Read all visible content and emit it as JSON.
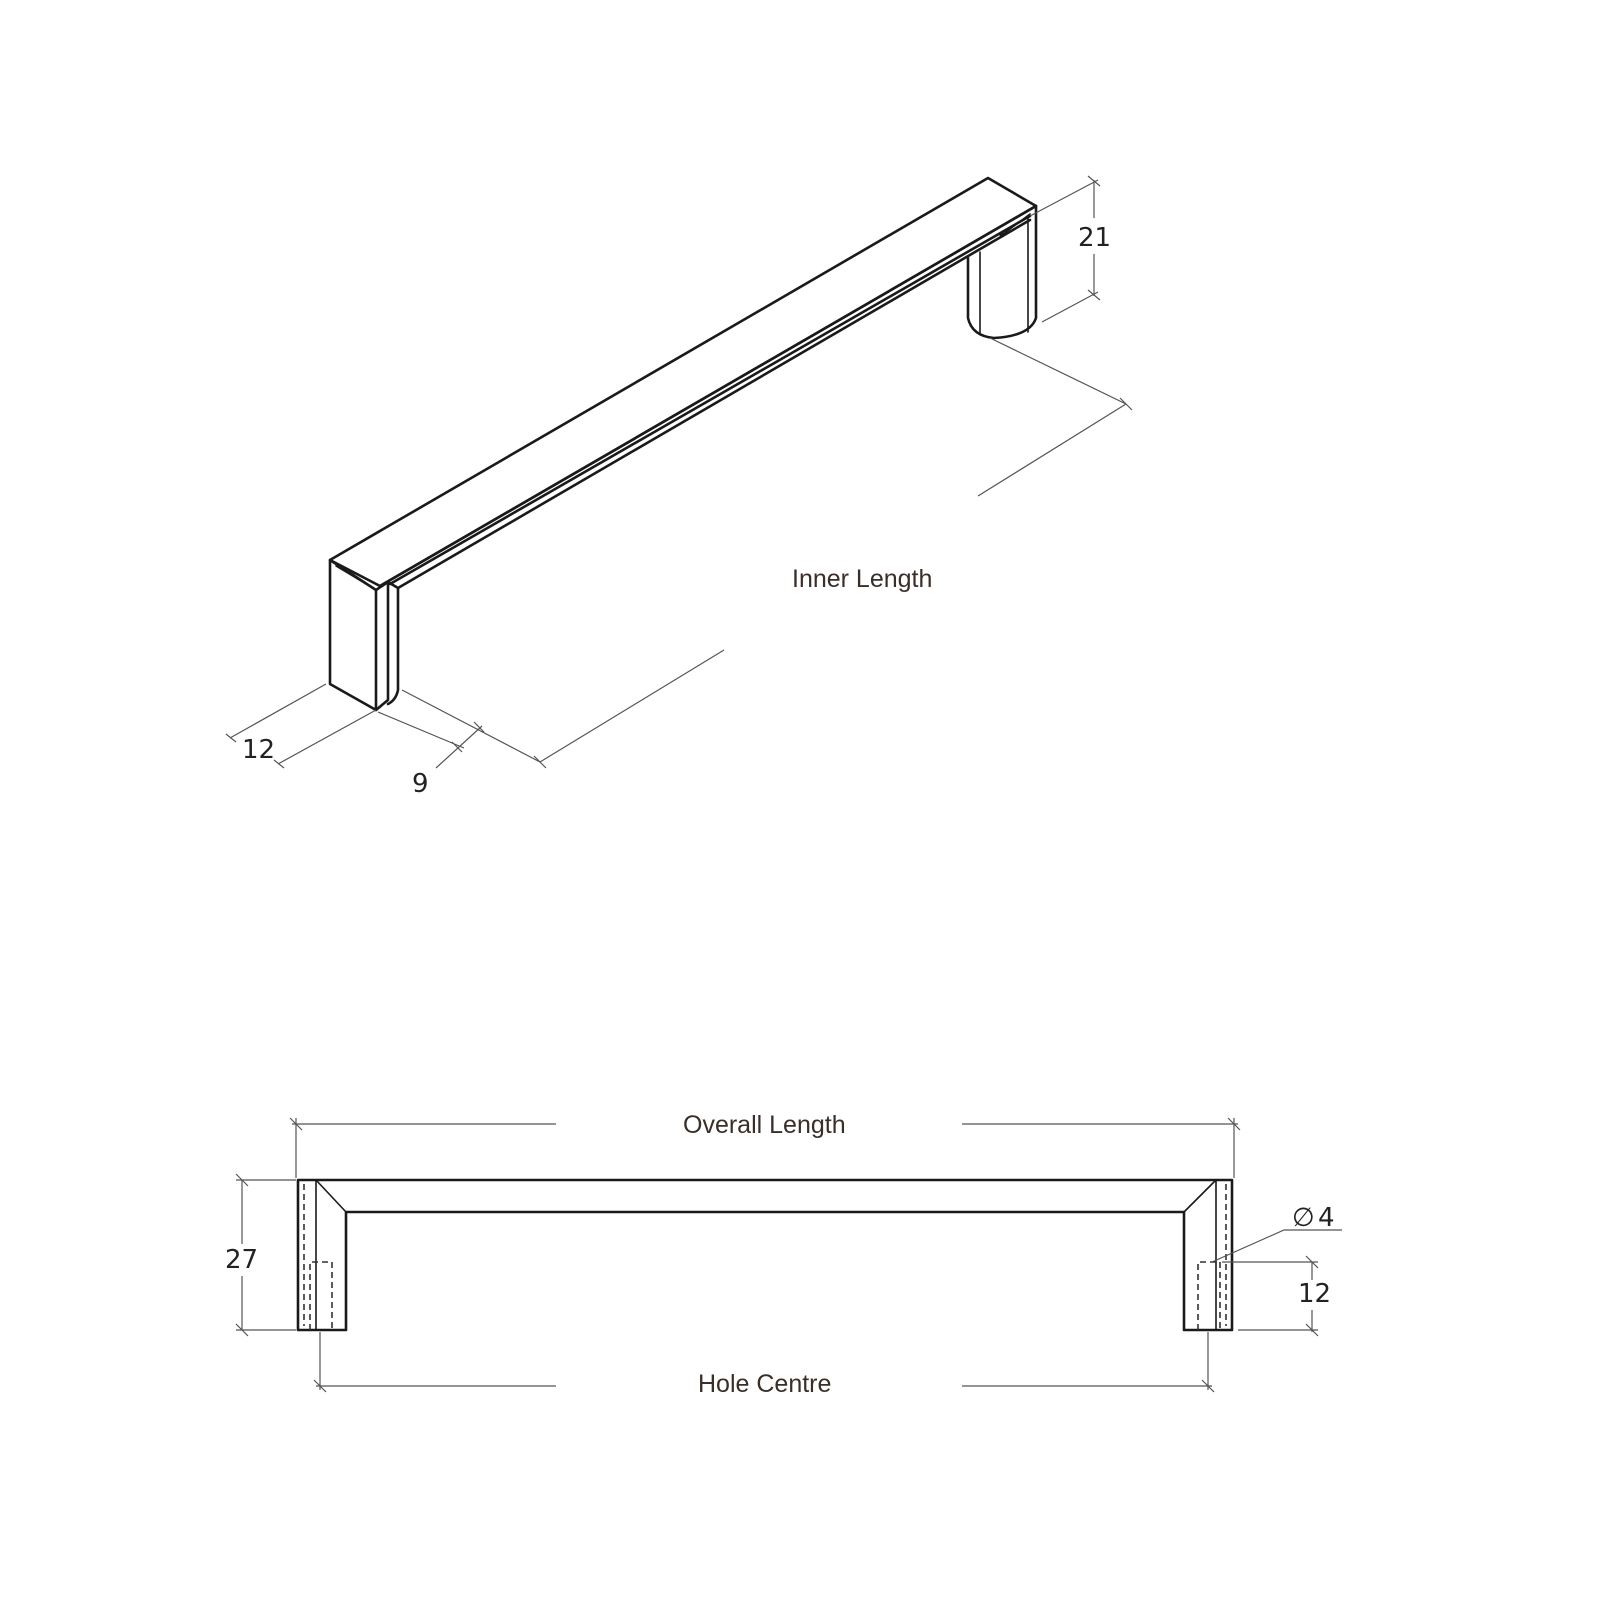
{
  "drawing": {
    "isometric_view": {
      "labels": {
        "inner_length": "Inner Length",
        "height": "21",
        "depth": "12",
        "width": "9"
      }
    },
    "front_view": {
      "labels": {
        "overall_length": "Overall Length",
        "hole_centre": "Hole Centre",
        "total_height": "27",
        "hole_diameter_symbol": "∅",
        "hole_diameter": "4",
        "hole_depth": "12"
      }
    },
    "colors": {
      "line": "#1a1a1a",
      "dimension": "#555555",
      "label_text": "#3a2e28"
    }
  }
}
